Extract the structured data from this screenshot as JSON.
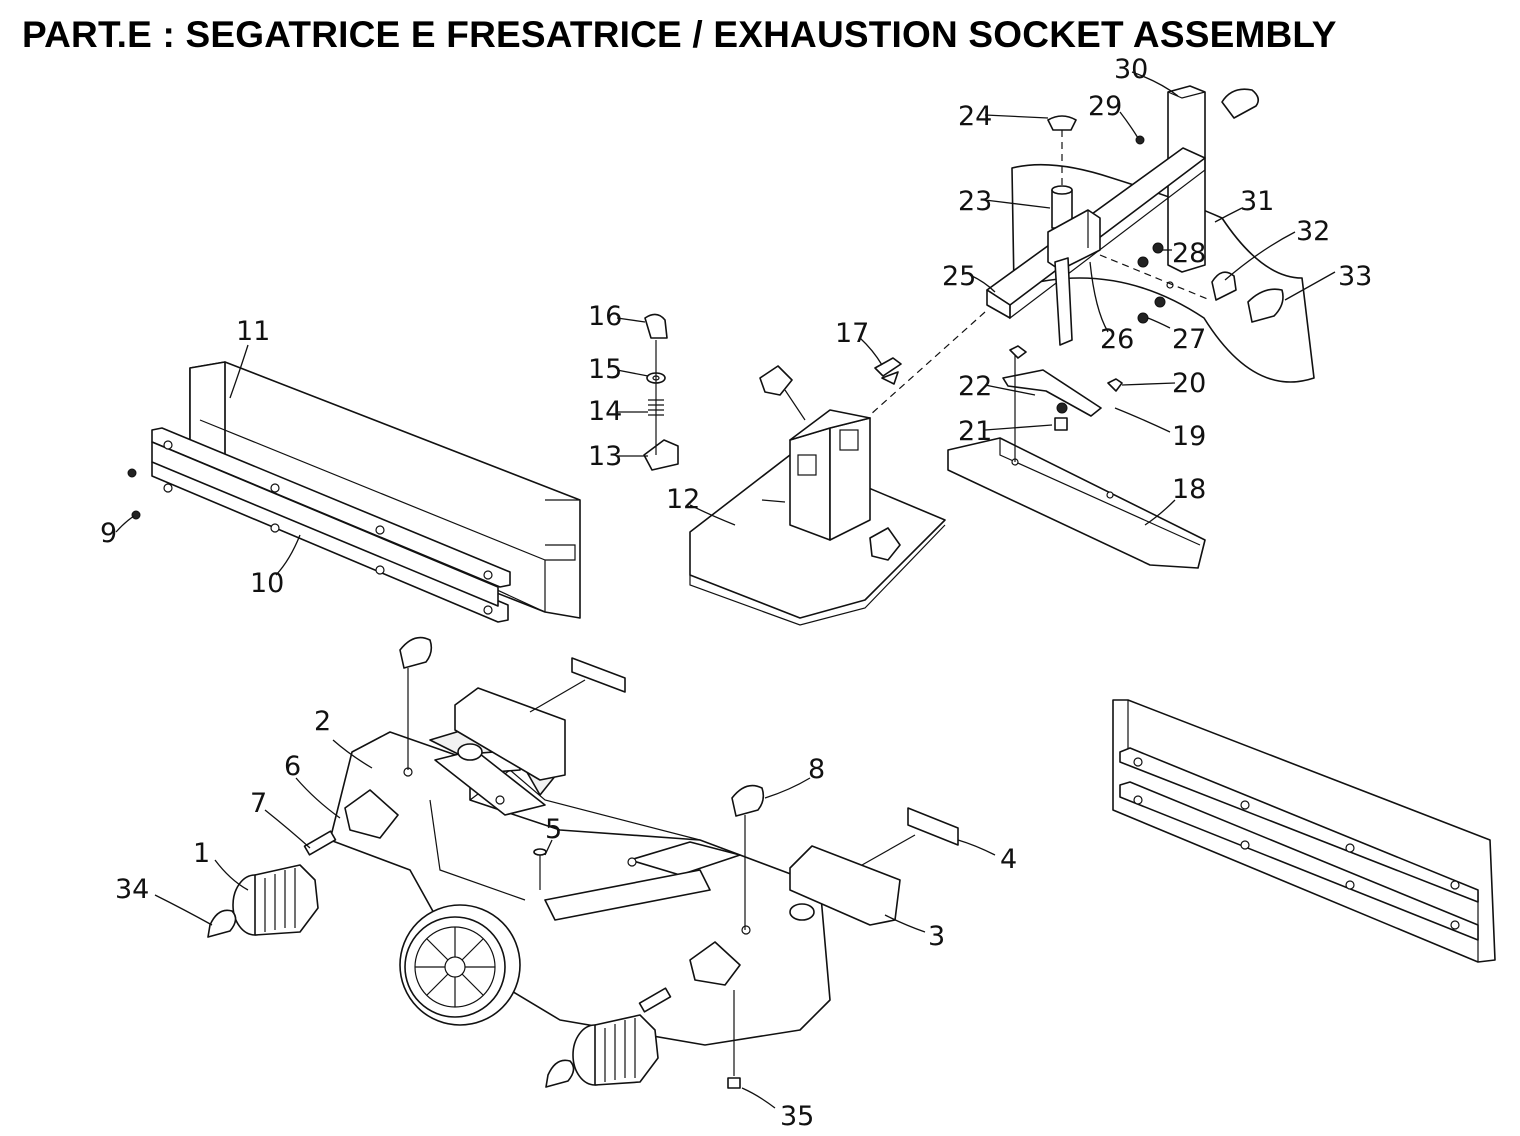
{
  "title": "PART.E : SEGATRICE E FRESATRICE / EXHAUSTION SOCKET ASSEMBLY",
  "callouts": [
    {
      "label": "1"
    },
    {
      "label": "2"
    },
    {
      "label": "3"
    },
    {
      "label": "4"
    },
    {
      "label": "5"
    },
    {
      "label": "6"
    },
    {
      "label": "7"
    },
    {
      "label": "8"
    },
    {
      "label": "9"
    },
    {
      "label": "10"
    },
    {
      "label": "11"
    },
    {
      "label": "12"
    },
    {
      "label": "13"
    },
    {
      "label": "14"
    },
    {
      "label": "15"
    },
    {
      "label": "16"
    },
    {
      "label": "17"
    },
    {
      "label": "18"
    },
    {
      "label": "19"
    },
    {
      "label": "20"
    },
    {
      "label": "21"
    },
    {
      "label": "22"
    },
    {
      "label": "23"
    },
    {
      "label": "24"
    },
    {
      "label": "25"
    },
    {
      "label": "26"
    },
    {
      "label": "27"
    },
    {
      "label": "28"
    },
    {
      "label": "29"
    },
    {
      "label": "30"
    },
    {
      "label": "31"
    },
    {
      "label": "32"
    },
    {
      "label": "33"
    },
    {
      "label": "34"
    },
    {
      "label": "35"
    }
  ]
}
